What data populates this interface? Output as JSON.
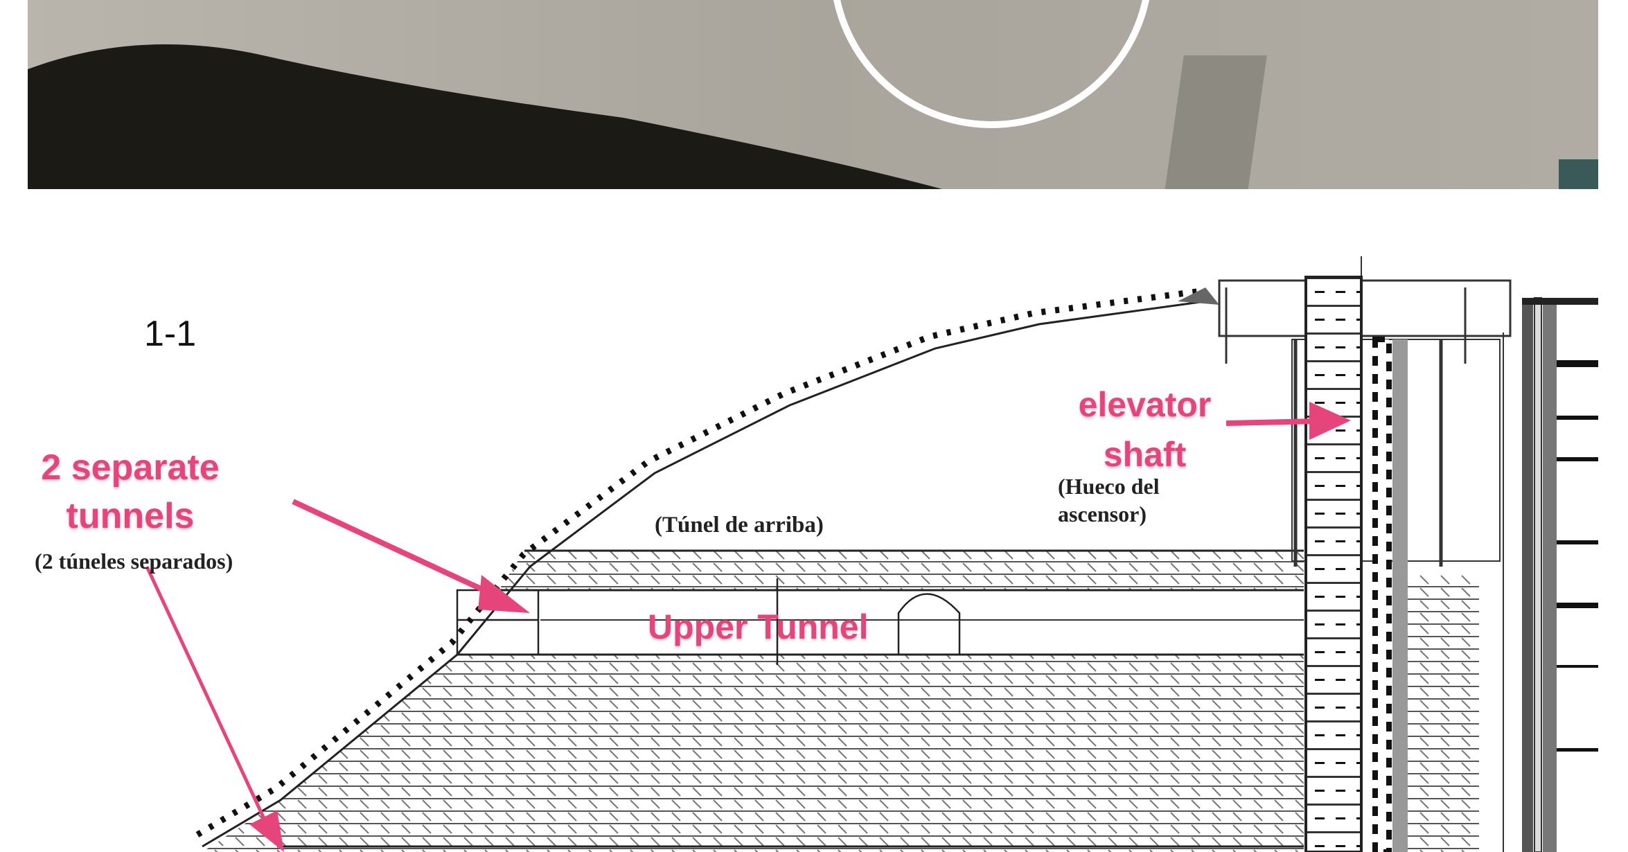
{
  "section_label": "1-1",
  "annotations": {
    "separate_tunnels": {
      "line1": "2 separate",
      "line2": "tunnels",
      "spanish": "(2 túneles separados)"
    },
    "upper_tunnel": {
      "label": "Upper Tunnel",
      "spanish": "(Túnel de arriba)"
    },
    "elevator_shaft": {
      "line1": "elevator",
      "line2": "shaft",
      "spanish_line1": "(Hueco del",
      "spanish_line2": "ascensor)"
    }
  },
  "colors": {
    "annotation": "#e6457c",
    "drawing": "#222222"
  }
}
